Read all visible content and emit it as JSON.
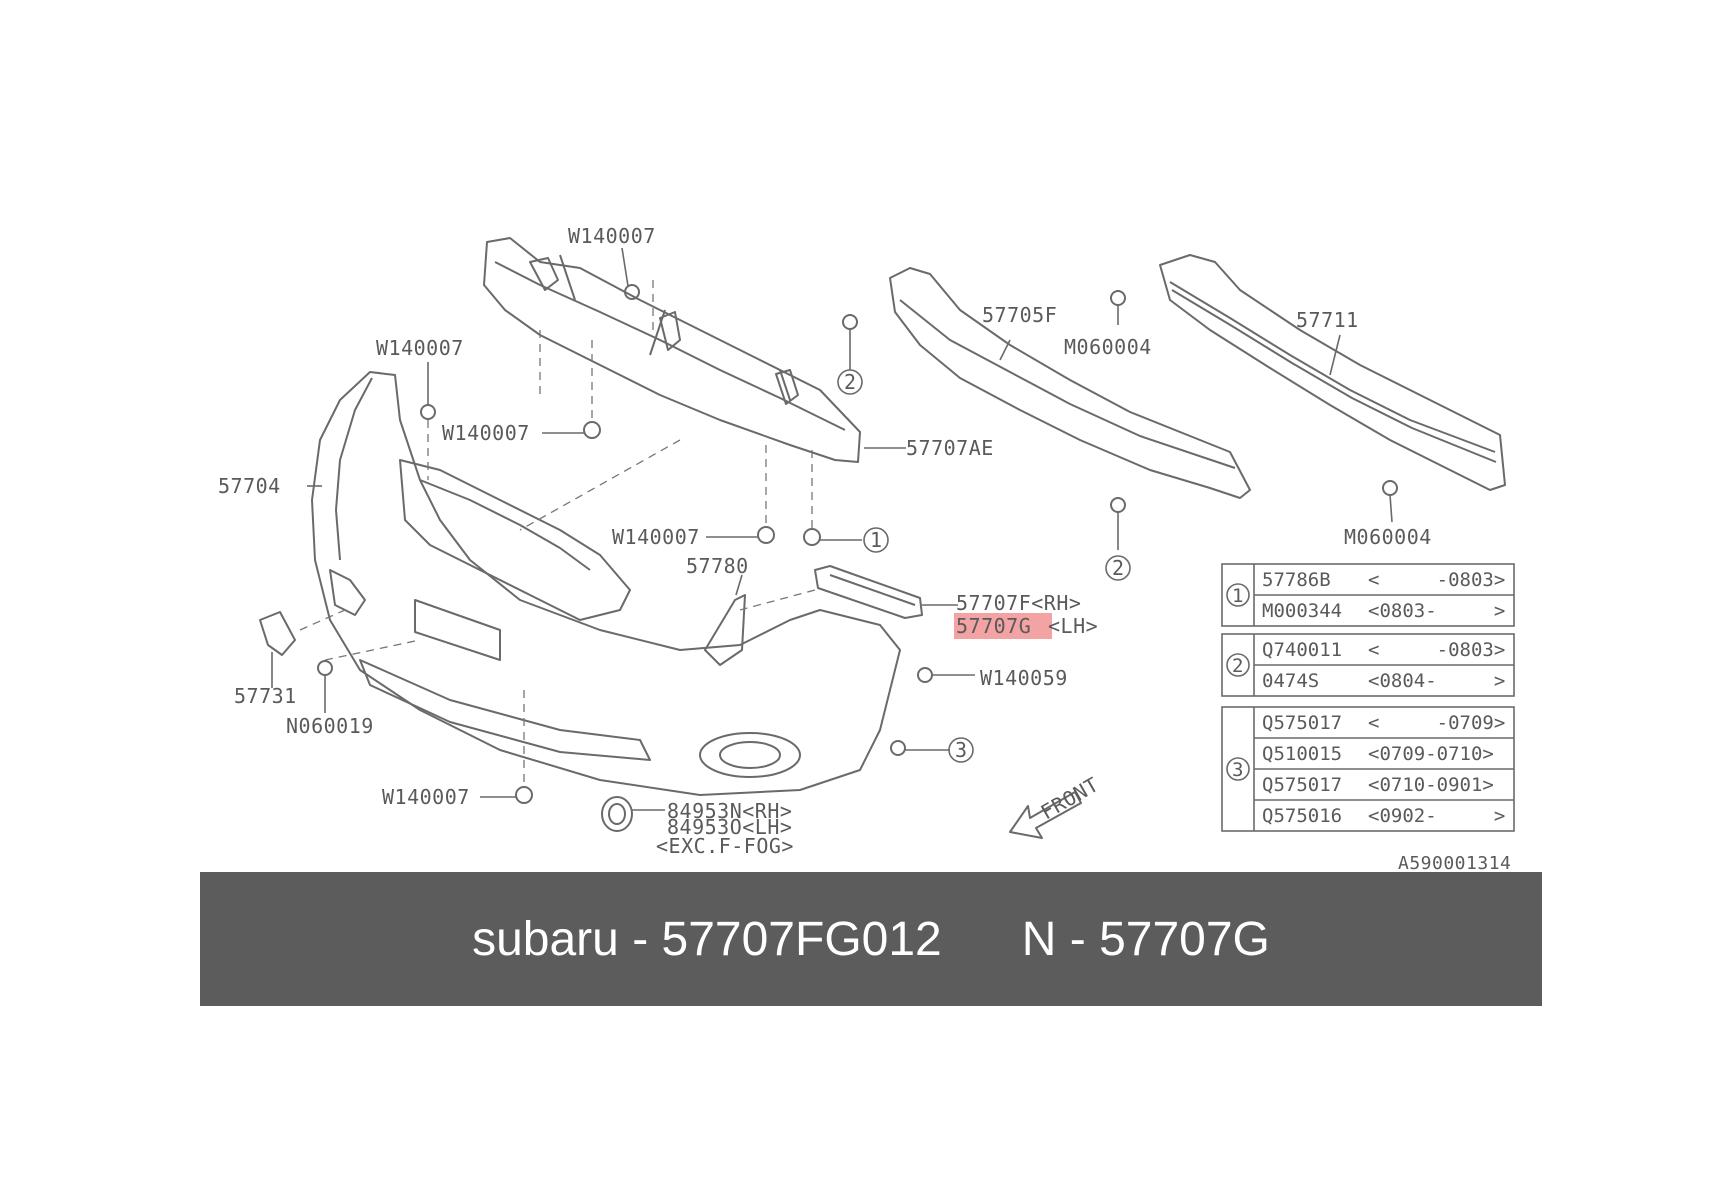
{
  "labels": {
    "w140007_top": "W140007",
    "w140007_left": "W140007",
    "w140007_mid": "W140007",
    "w140007_right": "W140007",
    "w140007_bottom": "W140007",
    "p57707ae": "57707AE",
    "p57705f": "57705F",
    "m060004_top": "M060004",
    "p57711": "57711",
    "m060004_bottom": "M060004",
    "p57704": "57704",
    "p57780": "57780",
    "p57707f": "57707F<RH>",
    "p57707g_code": "57707G",
    "p57707g_side": "<LH>",
    "w140059": "W140059",
    "p57731": "57731",
    "n060019": "N060019",
    "p84953n": "84953N<RH>",
    "p84953o": "84953O<LH>",
    "exc_fog": "<EXC.F-FOG>",
    "front": "FRONT",
    "ref": "A590001314",
    "callout1": "1",
    "callout2a": "2",
    "callout2b": "2",
    "callout3": "3"
  },
  "table": {
    "groups": [
      {
        "num": "1",
        "rows": [
          {
            "part": "57786B",
            "range": "<     -0803>"
          },
          {
            "part": "M000344",
            "range": "<0803-     >"
          }
        ]
      },
      {
        "num": "2",
        "rows": [
          {
            "part": "Q740011",
            "range": "<     -0803>"
          },
          {
            "part": "0474S",
            "range": "<0804-     >"
          }
        ]
      },
      {
        "num": "3",
        "rows": [
          {
            "part": "Q575017",
            "range": "<     -0709>"
          },
          {
            "part": "Q510015",
            "range": "<0709-0710>"
          },
          {
            "part": "Q575017",
            "range": "<0710-0901>"
          },
          {
            "part": "Q575016",
            "range": "<0902-     >"
          }
        ]
      }
    ]
  },
  "banner": {
    "text": "subaru - 57707FG012      N - 57707G"
  },
  "colors": {
    "highlight": "#f3a3a3",
    "banner_bg": "#5c5c5c",
    "line": "#6a6a6a"
  }
}
